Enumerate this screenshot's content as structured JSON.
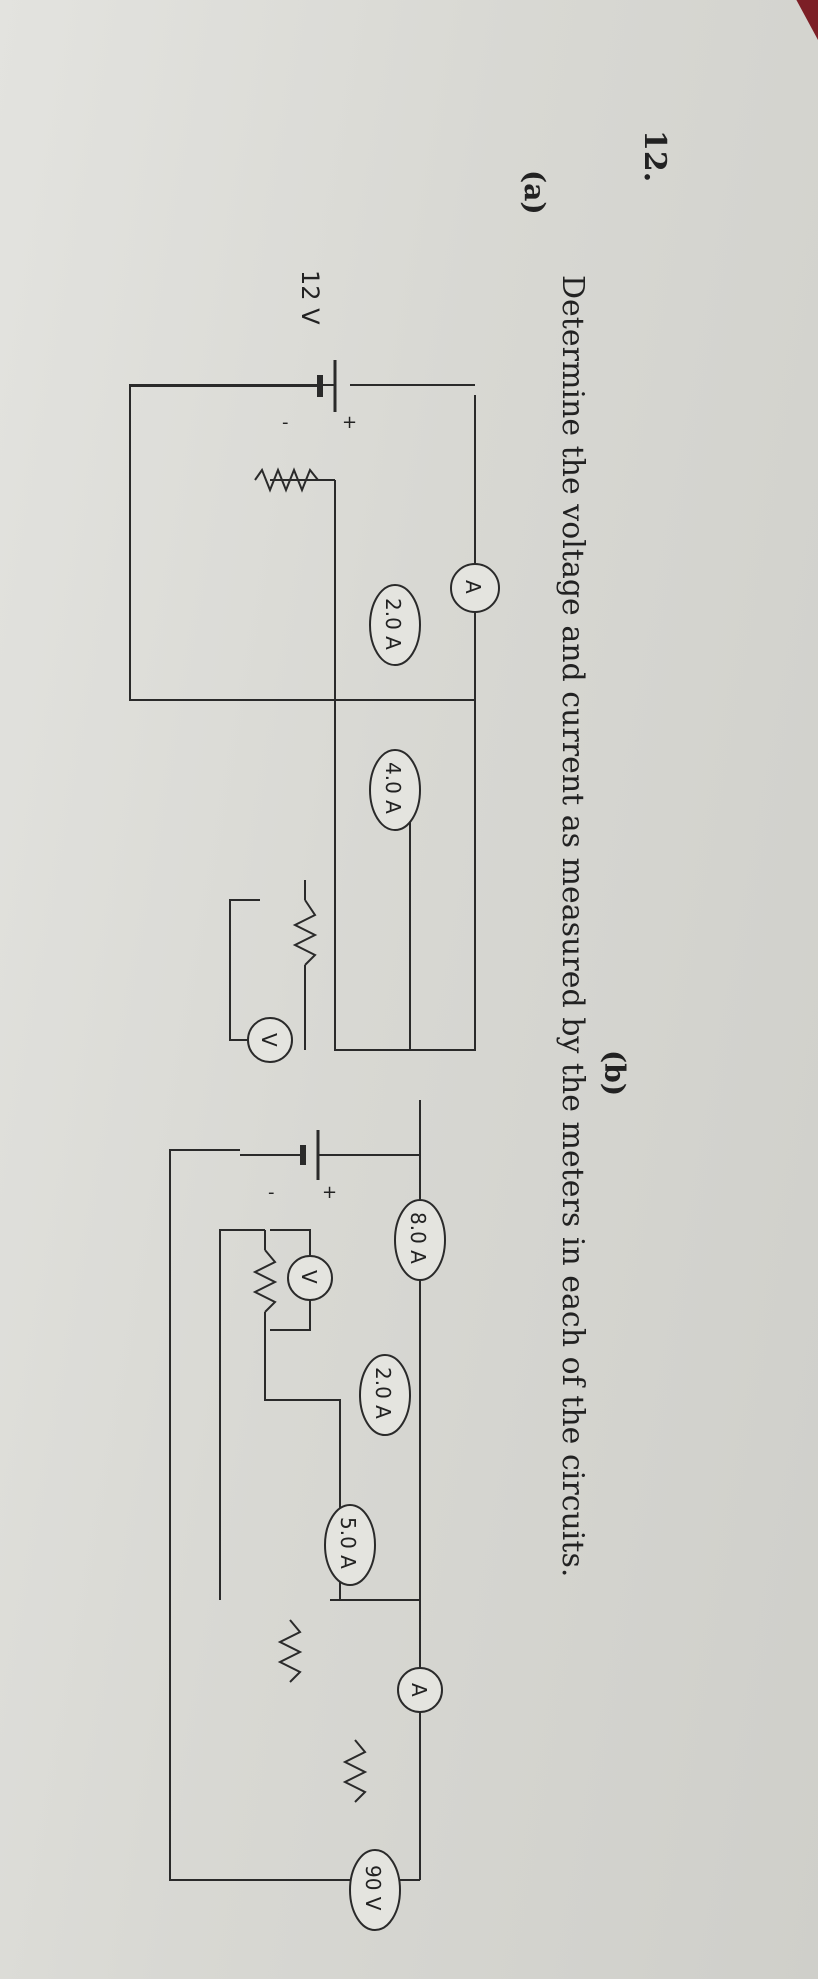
{
  "problem": {
    "number": "12.",
    "question": "Determine the voltage and current as measured by the meters in each of the circuits.",
    "part_a": "(a)",
    "part_b": "(b)"
  },
  "circuit_a": {
    "battery_label": "12 V",
    "plus": "+",
    "minus": "-",
    "ammeter_symbol": "A",
    "branch_current_1": "2.0 A",
    "branch_current_2": "4.0 A",
    "voltmeter_symbol": "V"
  },
  "circuit_b": {
    "plus": "+",
    "minus": "-",
    "total_current": "8.0 A",
    "voltmeter_symbol": "V",
    "branch_current_1": "2.0 A",
    "branch_current_2": "5.0 A",
    "ammeter_symbol": "A",
    "voltage_reading": "90 V"
  }
}
